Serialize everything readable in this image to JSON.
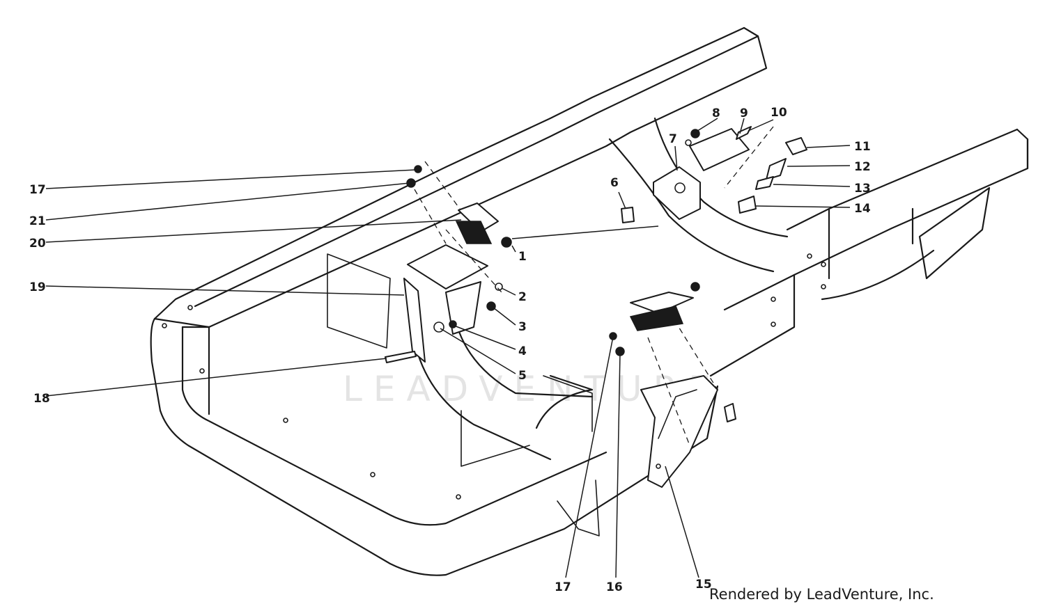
{
  "watermark": "LEADVENTURE",
  "rendered_by": "Rendered by LeadVenture, Inc.",
  "callouts": [
    {
      "id": "c17a",
      "label": "17"
    },
    {
      "id": "c21",
      "label": "21"
    },
    {
      "id": "c20",
      "label": "20"
    },
    {
      "id": "c19",
      "label": "19"
    },
    {
      "id": "c18",
      "label": "18"
    },
    {
      "id": "c1",
      "label": "1"
    },
    {
      "id": "c2",
      "label": "2"
    },
    {
      "id": "c3",
      "label": "3"
    },
    {
      "id": "c4",
      "label": "4"
    },
    {
      "id": "c5",
      "label": "5"
    },
    {
      "id": "c6",
      "label": "6"
    },
    {
      "id": "c7",
      "label": "7"
    },
    {
      "id": "c8",
      "label": "8"
    },
    {
      "id": "c9",
      "label": "9"
    },
    {
      "id": "c10",
      "label": "10"
    },
    {
      "id": "c11",
      "label": "11"
    },
    {
      "id": "c12",
      "label": "12"
    },
    {
      "id": "c13",
      "label": "13"
    },
    {
      "id": "c14",
      "label": "14"
    },
    {
      "id": "c17b",
      "label": "17"
    },
    {
      "id": "c16",
      "label": "16"
    },
    {
      "id": "c15",
      "label": "15"
    }
  ]
}
